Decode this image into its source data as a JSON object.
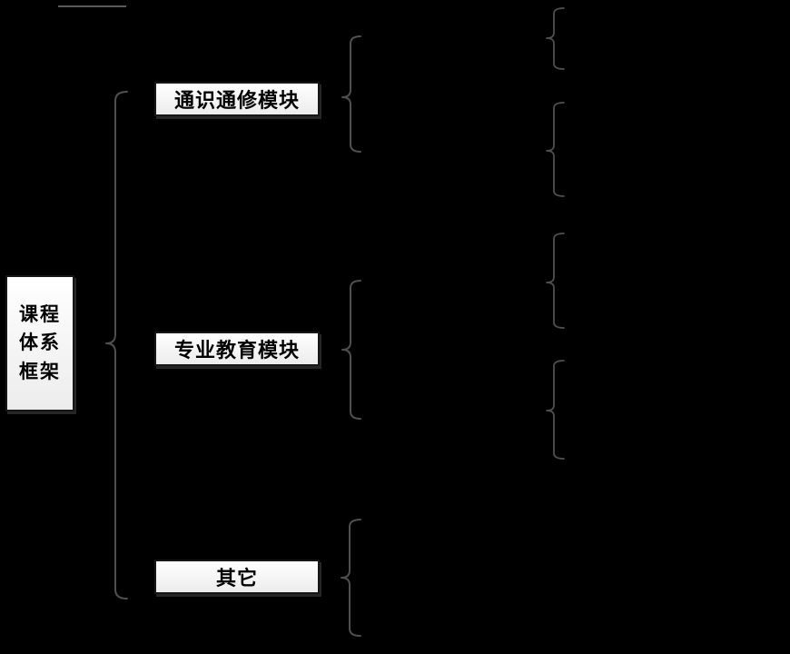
{
  "root_box": {
    "label": "课程体系框架",
    "line1": "课程",
    "line2": "体系",
    "line3": "框架"
  },
  "modules": [
    {
      "label": "通识通修模块"
    },
    {
      "label": "专业教育模块"
    },
    {
      "label": "其它"
    }
  ],
  "icons": {
    "brace_root": "curly-brace-left-icon",
    "brace_modules": "curly-brace-left-icon",
    "brace_sublevel": "curly-brace-left-icon"
  },
  "colors": {
    "background": "#000000",
    "box_fill": "#ffffff",
    "box_border": "#161616",
    "box_text": "#000000",
    "brace": "#4f4f4f"
  }
}
